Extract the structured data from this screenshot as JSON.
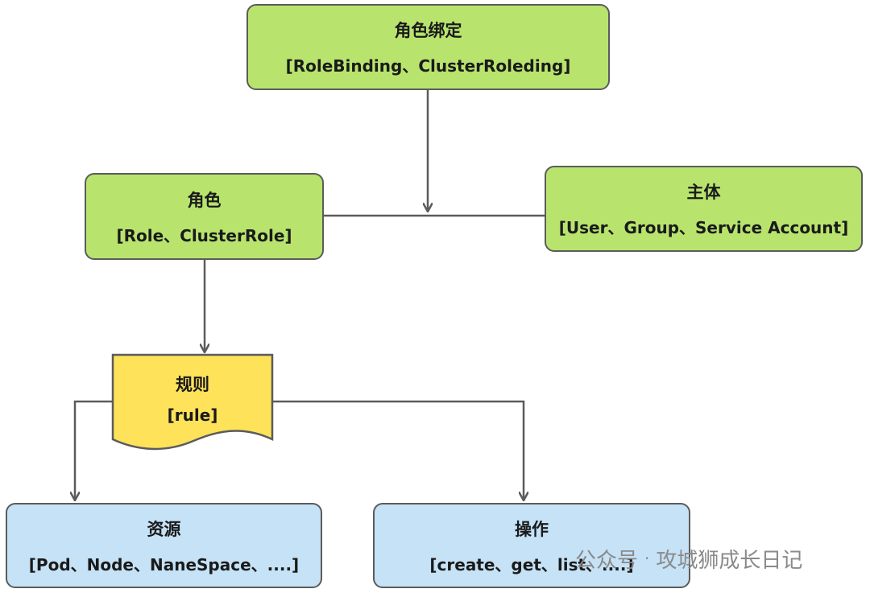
{
  "nodes": {
    "binding": {
      "title": "角色绑定",
      "detail": "[RoleBinding、ClusterRoleding]"
    },
    "role": {
      "title": "角色",
      "detail": "[Role、ClusterRole]"
    },
    "subject": {
      "title": "主体",
      "detail": "[User、Group、Service Account]"
    },
    "rule": {
      "title": "规则",
      "detail": "[rule]"
    },
    "resource": {
      "title": "资源",
      "detail": "[Pod、Node、NaneSpace、....]"
    },
    "operation": {
      "title": "操作",
      "detail": "[create、get、list、....]"
    }
  },
  "watermark": {
    "account_label": "公众号",
    "separator": "·",
    "name": "攻城狮成长日记"
  },
  "colors": {
    "green": "#b8e46e",
    "yellow": "#fde25a",
    "blue": "#c5e2f6",
    "border": "#5b5b5b"
  }
}
